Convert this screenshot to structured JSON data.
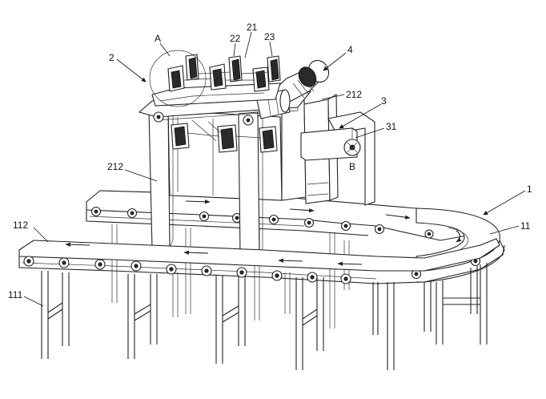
{
  "labels": {
    "A": "A",
    "B": "B",
    "n1": "1",
    "n11": "11",
    "n111": "111",
    "n112": "112",
    "n2": "2",
    "n21": "21",
    "n212a": "212",
    "n212b": "212",
    "n22": "22",
    "n23": "23",
    "n3": "3",
    "n31": "31",
    "n4": "4"
  }
}
